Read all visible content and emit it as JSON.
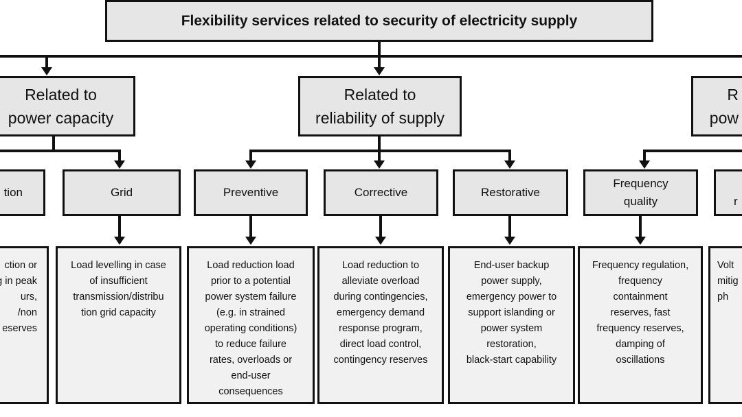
{
  "title": "Flexibility services related to security of electricity supply",
  "level2": {
    "left": "Related to\npower capacity",
    "middle": "Related to\nreliability of supply",
    "right_fragment": "R\npow"
  },
  "level3": {
    "left_fragment": "tion",
    "grid": "Grid",
    "preventive": "Preventive",
    "corrective": "Corrective",
    "restorative": "Restorative",
    "frequency": "Frequency\nquality",
    "right_fragment": "r"
  },
  "level4": {
    "left_fragment": "ction or\ng in peak\nurs,\n/non\neserves",
    "grid": "Load levelling in case\nof insufficient\ntransmission/distribu\ntion grid capacity",
    "preventive": "Load reduction load\nprior to a potential\npower system failure\n(e.g. in strained\noperating conditions)\nto reduce failure\nrates, overloads or\nend-user\nconsequences",
    "corrective": "Load reduction to\nalleviate overload\nduring contingencies,\nemergency demand\nresponse program,\ndirect load control,\ncontingency reserves",
    "restorative": "End-user backup\npower supply,\nemergency power to\nsupport islanding or\npower system\nrestoration,\nblack-start capability",
    "frequency": "Frequency regulation,\nfrequency\ncontainment\nreserves, fast\nfrequency reserves,\ndamping of\noscillations",
    "right_fragment": "Volt\nmitig\nph"
  }
}
